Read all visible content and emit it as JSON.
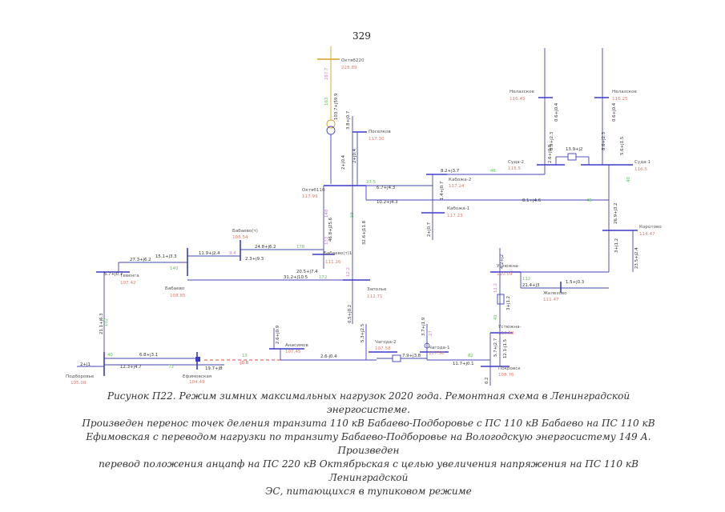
{
  "page": {
    "number": "329"
  },
  "caption": {
    "lines": [
      "Рисунок П22. Режим зимних максимальных нагрузок 2020 года. Ремонтная схема в Ленинградской энергосистеме.",
      "Произведен перенос точек деления транзита 110 кВ Бабаево-Подборовье с ПС 110 кВ Бабаево на ПС 110 кВ",
      "Ефимовская с переводом нагрузки по транзиту Бабаево-Подборовье на Вологодскую энергосистему 149 А. Произведен",
      "перевод положения анцапф на ПС 220 кВ Октябрьская с целью увеличения напряжения на ПС 110 кВ Ленинградской",
      "ЭС, питающихся в тупиковом режиме"
    ]
  },
  "colors": {
    "bus": "#3a3acc",
    "line": "#4444bb",
    "line_220": "#d6a020",
    "voltage": "#e07b6a",
    "flow": "#333333",
    "current_green": "#5ec25e",
    "current_pink": "#c880c8",
    "open_line": "#dd4444"
  },
  "substations": {
    "oktyabrskaya220": {
      "name": "Октяб220",
      "voltage": "228.89"
    },
    "oktyabrskaya110": {
      "name": "Октяб110",
      "voltage": "117.99"
    },
    "poselkovaya": {
      "name": "Поселков",
      "voltage": "117.30"
    },
    "kabozha2": {
      "name": "Кабожа-2",
      "voltage": "117.24"
    },
    "kabozha1": {
      "name": "Кабожа-1",
      "voltage": "117.23"
    },
    "suda2": {
      "name": "Суда-2",
      "voltage": "116.5"
    },
    "suda1": {
      "name": "Суда-1",
      "voltage": "116.5"
    },
    "nelazskoe_left": {
      "name": "Нелазское",
      "voltage": "116.45"
    },
    "nelazskoe_right": {
      "name": "Нелазское",
      "voltage": "116.25"
    },
    "korotovo": {
      "name": "Коротово",
      "voltage": "114.47"
    },
    "babaevo_t": {
      "name": "Бабаево(т)",
      "voltage": "108.54"
    },
    "babaevo": {
      "name": "Бабаево",
      "voltage": "108.85"
    },
    "babaevo_t1": {
      "name": "Бабаево(т)1",
      "voltage": "111.26"
    },
    "zapolye": {
      "name": "Заполье",
      "voltage": "112.71"
    },
    "tevenga": {
      "name": "Тевенга",
      "voltage": "107.42"
    },
    "podborovye": {
      "name": "Подборовье",
      "voltage": "105.08"
    },
    "efimovskaya": {
      "name": "Ефимовская",
      "voltage": "104.49"
    },
    "anisimovo": {
      "name": "Анисимов",
      "voltage": "107.45"
    },
    "chagoda2": {
      "name": "Чагода-2",
      "voltage": "107.58"
    },
    "chagoda1": {
      "name": "Чагода-1",
      "voltage": "107.58"
    },
    "pokrovsk": {
      "name": "Покровск",
      "voltage": "108.76"
    },
    "ustyuzhna_top": {
      "name": "Устюжна-",
      "voltage": "110.59"
    },
    "ustyuzhna_bot": {
      "name": "Устюжна-",
      "voltage": "110.58"
    },
    "zhelezovo": {
      "name": "Железово",
      "voltage": "111.47"
    }
  },
  "flows": {
    "okt220_transformer": "103.7+j59.9",
    "okt110_up": "3.8+j0.7",
    "poselk_a": "2+j0.4",
    "poselk_b": "2+j0.4",
    "kabozha2_line": "6.7+j4.3",
    "kabozha2_load": "1.4+j0.7",
    "kabozha1_load": "2+j0.7",
    "kabozha1_line": "10.2+j4.3",
    "suda2_line": "8.2+j3.7",
    "suda2_load": "2.6+j0.8",
    "suda_sect": "13.9+j2",
    "nelaz_left_load": "0.6+j0.4",
    "nelaz_left_line": "8.9+j2.3",
    "nelaz_right_load": "0.6+j0.4",
    "nelaz_right_line": "8.6+j2.3",
    "suda1_load": "5.6+j1.5",
    "suda1_line": "8.1+j4.6",
    "korotovo_a": "26.9+j3.2",
    "korotovo_b": "3+j1.2",
    "korotovo_c": "23.5+j2.4",
    "okt_babaevo_a": "46.8+j25.6",
    "okt_babaevo_b": "32.6+j11.8",
    "babaevo_line1": "24.8+j6.2",
    "babaevo_line2": "11.9+j2.4",
    "babaevo_line3": "15.1+j3.3",
    "babaevo_line4": "2.3+j9.3",
    "babaevo_t1_load": "20.5+j7.4",
    "zapolye_line": "31.2+j10.5",
    "zapolye_down": "0.5+j0.2",
    "tevenga_line": "27.3+j6.2",
    "tevenga_load": "5.7+j0.7",
    "tevenga_down": "21.1+j6.3",
    "podborovye_load": "2+j1",
    "podborovye_line1": "6.8+j3.1",
    "podborovye_line2": "12.3+j4.7",
    "efim_load": "19.7+j8",
    "efim_open": "-j0.8",
    "anisimovo_load": "2.6+j0.9",
    "anisimovo_line": "2.6-j0.4",
    "chagoda2_load": "5.3+j2.5",
    "chagoda_sect": "7.9+j3.8",
    "chagoda1_load": "3.7+j1.9",
    "pokrovsk_line": "11.7+j0.1",
    "pokrovsk_a": "5.7+j2.7",
    "pokrovsk_b": "12.1-j1.5",
    "pokrovsk_c": "0.2",
    "ustyuzhna_top_load": "4.2+j2",
    "ustyuzhna_tr": "3+j1.2",
    "ustyuzhna_line": "21.4+j3",
    "zhelezovo_load": "1.5+j0.3",
    "ustyuzhna_mid": "11.2"
  },
  "currents": {
    "okt220_a": "287.7",
    "okt220_b": "163",
    "okt110_a": "148",
    "okt110_b": "27.5",
    "okt110_c": "59",
    "babaevo_a": "133",
    "babaevo_b": "178",
    "babaevo_c": "9.4",
    "tevenga_a": "140",
    "tevenga_b": "102",
    "zapolye_a": "172",
    "zapolye_b": "12.2",
    "suda_a": "46",
    "suda_b": "45",
    "suda_c": "40",
    "podb_a": "40",
    "podb_b": "73",
    "pokrovsk_a": "82",
    "ustyuzhna_a": "112",
    "ustyuzhna_b": "41",
    "chagoda_a": "27",
    "efim_a": "13"
  }
}
